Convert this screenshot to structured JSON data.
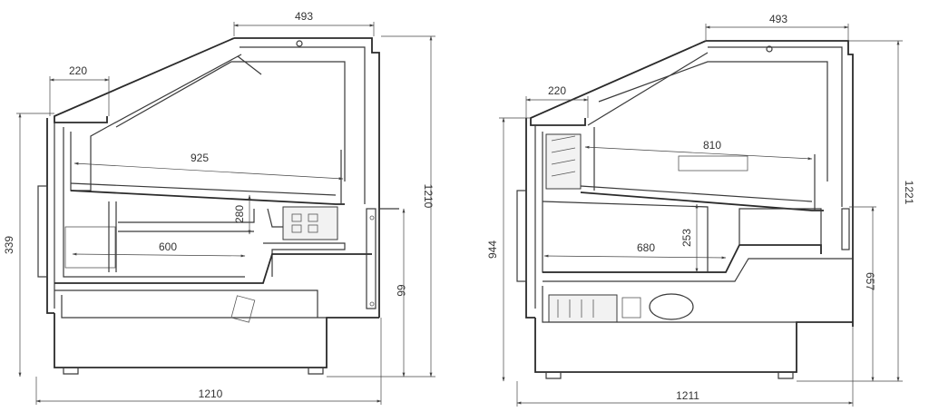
{
  "left_view": {
    "dims": {
      "top_width": "493",
      "front_depth": "220",
      "inner_depth": "925",
      "shelf_gap": "280",
      "shelf_depth": "600",
      "left_height": "339",
      "total_height": "1210",
      "base_height": "66",
      "total_width": "1210"
    }
  },
  "right_view": {
    "dims": {
      "top_width": "493",
      "front_depth": "220",
      "inner_depth": "810",
      "shelf_gap": "253",
      "shelf_depth": "680",
      "left_height": "944",
      "total_height": "1221",
      "base_height": "657",
      "total_width": "1211"
    }
  }
}
